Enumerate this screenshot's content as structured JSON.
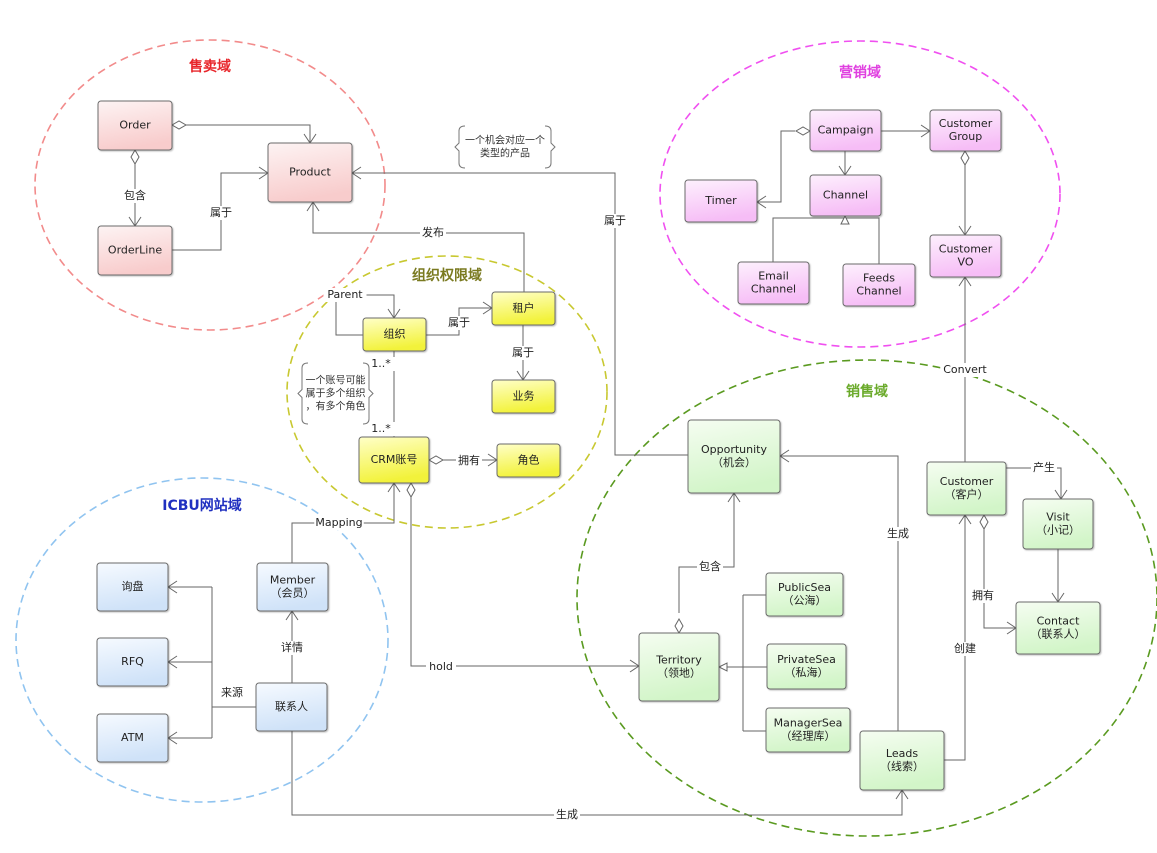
{
  "domains": {
    "sales_trade": {
      "title": "售卖域",
      "color": "#f28b8b",
      "title_color": "#e8262b"
    },
    "marketing": {
      "title": "营销域",
      "color": "#f050f0",
      "title_color": "#e040e0"
    },
    "org_permission": {
      "title": "组织权限域",
      "color": "#c8c830",
      "title_color": "#7a7a20"
    },
    "sales": {
      "title": "销售域",
      "color": "#5a9a20",
      "title_color": "#6aaa2a"
    },
    "icbu": {
      "title": "ICBU网站域",
      "color": "#90c4f0",
      "title_color": "#2030c0"
    }
  },
  "nodes": {
    "order": {
      "label": [
        "Order"
      ],
      "domain": "sales_trade"
    },
    "orderline": {
      "label": [
        "OrderLine"
      ],
      "domain": "sales_trade"
    },
    "product": {
      "label": [
        "Product"
      ],
      "domain": "sales_trade"
    },
    "campaign": {
      "label": [
        "Campaign"
      ],
      "domain": "marketing"
    },
    "customer_group": {
      "label": [
        "Customer",
        "Group"
      ],
      "domain": "marketing"
    },
    "timer": {
      "label": [
        "Timer"
      ],
      "domain": "marketing"
    },
    "channel": {
      "label": [
        "Channel"
      ],
      "domain": "marketing"
    },
    "email_channel": {
      "label": [
        "Email",
        "Channel"
      ],
      "domain": "marketing"
    },
    "feeds_channel": {
      "label": [
        "Feeds",
        "Channel"
      ],
      "domain": "marketing"
    },
    "customer_vo": {
      "label": [
        "Customer",
        "VO"
      ],
      "domain": "marketing"
    },
    "org": {
      "label": [
        "组织"
      ],
      "domain": "org_permission"
    },
    "tenant": {
      "label": [
        "租户"
      ],
      "domain": "org_permission"
    },
    "business": {
      "label": [
        "业务"
      ],
      "domain": "org_permission"
    },
    "crm_account": {
      "label": [
        "CRM账号"
      ],
      "domain": "org_permission"
    },
    "role": {
      "label": [
        "角色"
      ],
      "domain": "org_permission"
    },
    "opportunity": {
      "label": [
        "Opportunity",
        "（机会）"
      ],
      "domain": "sales"
    },
    "customer": {
      "label": [
        "Customer",
        "（客户）"
      ],
      "domain": "sales"
    },
    "visit": {
      "label": [
        "Visit",
        "（小记）"
      ],
      "domain": "sales"
    },
    "contact": {
      "label": [
        "Contact",
        "（联系人）"
      ],
      "domain": "sales"
    },
    "public_sea": {
      "label": [
        "PublicSea",
        "（公海）"
      ],
      "domain": "sales"
    },
    "private_sea": {
      "label": [
        "PrivateSea",
        "（私海）"
      ],
      "domain": "sales"
    },
    "manager_sea": {
      "label": [
        "ManagerSea",
        "（经理库）"
      ],
      "domain": "sales"
    },
    "territory": {
      "label": [
        "Territory",
        "（领地）"
      ],
      "domain": "sales"
    },
    "leads": {
      "label": [
        "Leads",
        "（线索）"
      ],
      "domain": "sales"
    },
    "inquiry": {
      "label": [
        "询盘"
      ],
      "domain": "icbu"
    },
    "rfq": {
      "label": [
        "RFQ"
      ],
      "domain": "icbu"
    },
    "atm": {
      "label": [
        "ATM"
      ],
      "domain": "icbu"
    },
    "member": {
      "label": [
        "Member",
        "（会员）"
      ],
      "domain": "icbu"
    },
    "icbu_contact": {
      "label": [
        "联系人"
      ],
      "domain": "icbu"
    }
  },
  "node_fills": {
    "sales_trade": [
      "#fdf3f3",
      "#f8cccc"
    ],
    "marketing": [
      "#fdf0fd",
      "#f6bdf6"
    ],
    "org_permission": [
      "#ffffc8",
      "#f2f23a"
    ],
    "sales": [
      "#f5fdf1",
      "#d2f5c8"
    ],
    "icbu": [
      "#f6faff",
      "#cfe2f8"
    ]
  },
  "edge_labels": {
    "order_contains": "包含",
    "orderline_belongs": "属于",
    "publish": "发布",
    "opportunity_belongs": "属于",
    "parent": "Parent",
    "org_belongs": "属于",
    "tenant_belongs": "属于",
    "mult_top": "1..*",
    "mult_bottom": "1..*",
    "owns_role": "拥有",
    "mapping": "Mapping",
    "convert": "Convert",
    "produce": "产生",
    "generate_opp": "生成",
    "contains_territory": "包含",
    "owns_contact": "拥有",
    "create": "创建",
    "hold": "hold",
    "details": "详情",
    "source": "来源",
    "generate_leads": "生成"
  },
  "notes": {
    "opportunity_product": [
      "一个机会对应一个",
      "类型的产品"
    ],
    "account_org": [
      "一个账号可能",
      "属于多个组织",
      "，有多个角色"
    ]
  }
}
